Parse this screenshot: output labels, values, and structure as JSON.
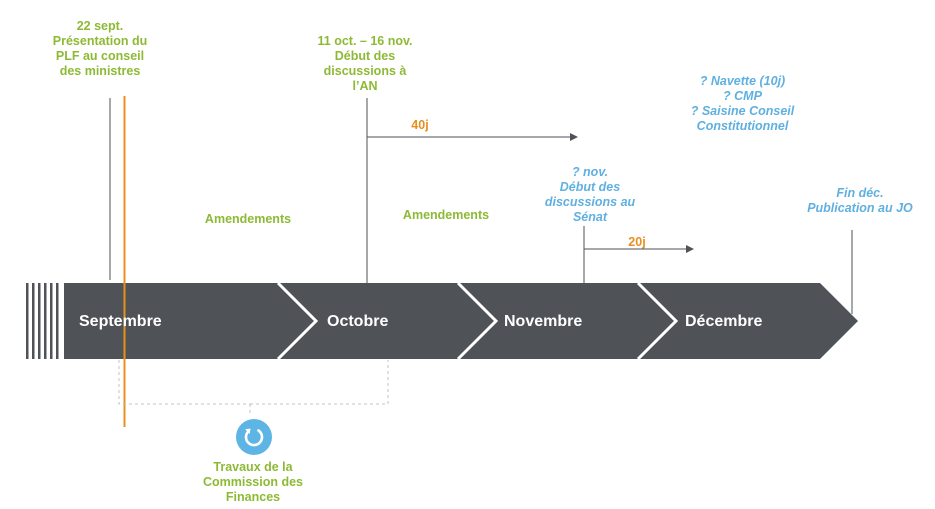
{
  "milestones": {
    "plf": "22 sept.\nPrésentation du\nPLF au conseil\ndes ministres",
    "an": "11 oct. – 16 nov.\nDébut des\ndiscussions à\nl’AN",
    "senat": "? nov.\nDébut des\ndiscussions au\nSénat",
    "navette": "? Navette (10j)\n? CMP\n? Saisine Conseil\nConstitutionnel",
    "fin": "Fin déc.\nPublication au JO"
  },
  "amendements": [
    "Amendements",
    "Amendements"
  ],
  "durations": {
    "an": "40j",
    "senat": "20j"
  },
  "months": [
    "Septembre",
    "Octobre",
    "Novembre",
    "Décembre"
  ],
  "commission": {
    "label": "Travaux de la\nCommission des\nFinances",
    "icon": "refresh-icon"
  },
  "colors": {
    "green": "#8dba35",
    "blue": "#5fb0e0",
    "orange": "#e8901e",
    "timeline": "#4f5257"
  }
}
